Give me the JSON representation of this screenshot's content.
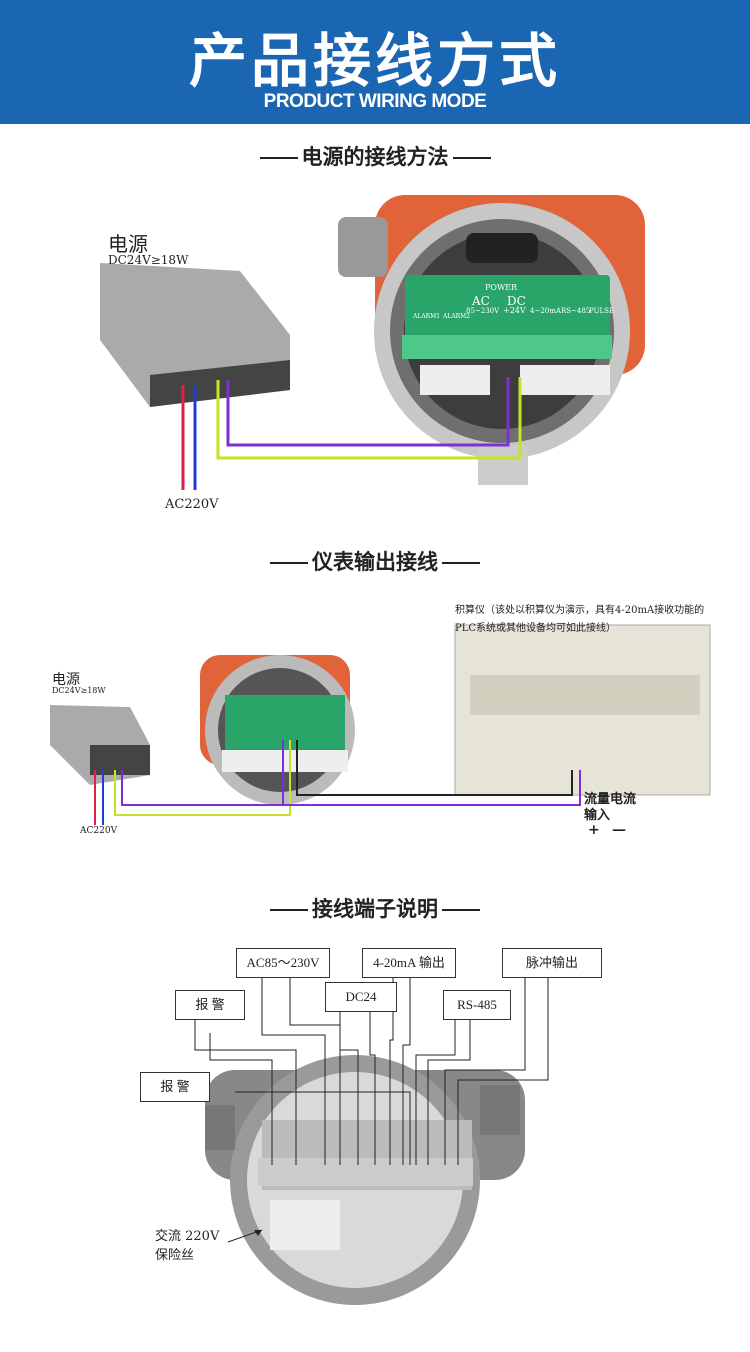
{
  "header": {
    "title": "产品接线方式",
    "subtitle": "PRODUCT WIRING MODE"
  },
  "sections": [
    {
      "title": "电源的接线方法"
    },
    {
      "title": "仪表输出接线"
    },
    {
      "title": "接线端子说明"
    }
  ],
  "psu": {
    "name": "电源",
    "spec": "DC24V≥18W",
    "ac": "AC220V"
  },
  "terminal_board": {
    "power": "POWER",
    "ac": "AC",
    "dc": "DC",
    "ac_range": "85~230V",
    "dc_v": "+24V",
    "ma": "4~20mA",
    "rs485": "RS~485",
    "pulse": "PULSE",
    "alarm1": "ALARM1",
    "alarm2": "ALARM2"
  },
  "integrator": {
    "note": "积算仪（该处以积算仪为演示，具有4-20mA接收功能的PLC系统或其他设备均可如此接线）",
    "input": "流量电流输入",
    "plus": "+",
    "minus": "—"
  },
  "legend": {
    "ac": "AC85～230V",
    "alarm_a": "报  警",
    "alarm_b": "报 警",
    "dc24": "DC24",
    "ma": "4-20mA 输出",
    "rs485": "RS-485",
    "pulse": "脉冲输出",
    "fuse": "交流 220V\n保险丝"
  },
  "colors": {
    "header": "#1a66b2",
    "wire_purple": "#7b2fd6",
    "wire_yellow": "#c6e22a",
    "wire_red": "#e0204a",
    "wire_blue": "#1a3fd6",
    "housing": "#e0633a",
    "board": "#2aa56a"
  }
}
